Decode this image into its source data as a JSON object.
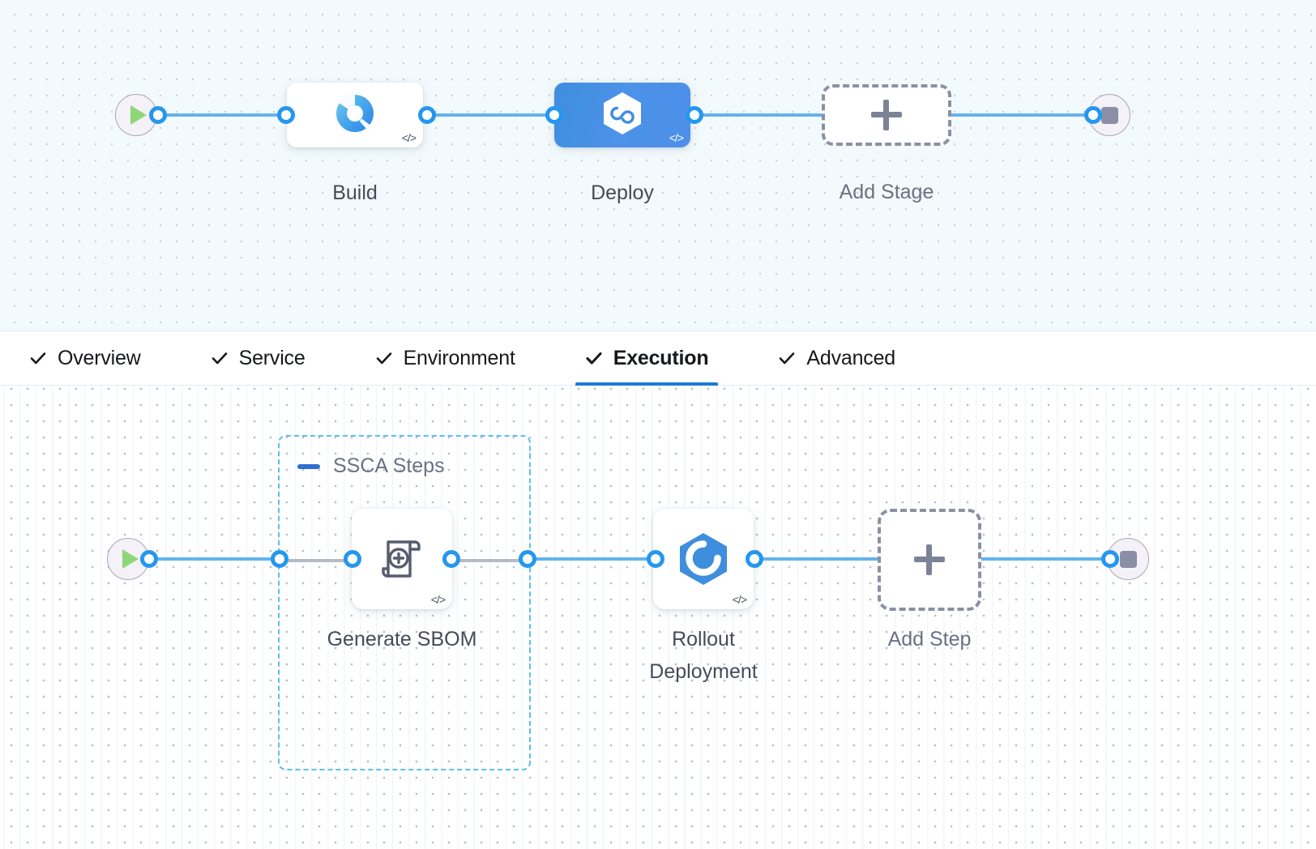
{
  "pipeline": {
    "stages_canvas": {
      "start_node": {
        "name": "start-node",
        "icon": "play-icon"
      },
      "end_node": {
        "name": "end-node",
        "icon": "stop-icon"
      },
      "stages": [
        {
          "id": "build",
          "label": "Build",
          "icon": "build-donut-icon",
          "selected": false,
          "code_badge": "</>"
        },
        {
          "id": "deploy",
          "label": "Deploy",
          "icon": "harness-hexagon-icon",
          "selected": true,
          "code_badge": "</>"
        }
      ],
      "add_stage": {
        "label": "Add Stage",
        "icon": "plus-icon"
      }
    },
    "tabs": [
      {
        "id": "overview",
        "label": "Overview",
        "checked": true,
        "active": false
      },
      {
        "id": "service",
        "label": "Service",
        "checked": true,
        "active": false
      },
      {
        "id": "environment",
        "label": "Environment",
        "checked": true,
        "active": false
      },
      {
        "id": "execution",
        "label": "Execution",
        "checked": true,
        "active": true
      },
      {
        "id": "advanced",
        "label": "Advanced",
        "checked": true,
        "active": false
      }
    ],
    "steps_canvas": {
      "start_node": {
        "name": "start-node",
        "icon": "play-icon"
      },
      "end_node": {
        "name": "end-node",
        "icon": "stop-icon"
      },
      "step_group": {
        "title": "SSCA Steps",
        "collapse_icon": "minus-icon",
        "steps": [
          {
            "id": "generate-sbom",
            "label": "Generate SBOM",
            "icon": "sbom-scroll-icon",
            "code_badge": "</>"
          }
        ]
      },
      "steps": [
        {
          "id": "rollout-deployment",
          "label": "Rollout\nDeployment",
          "icon": "rollout-hexagon-icon",
          "code_badge": "</>"
        }
      ],
      "add_step": {
        "label": "Add Step",
        "icon": "plus-icon"
      }
    }
  },
  "colors": {
    "edge": "#63b3ed",
    "port_ring": "#2497ef",
    "selected_stage": "#4189e0",
    "active_tab_underline": "#1b7bd8",
    "group_border": "#5bc0f0",
    "add_border": "#8b90a4",
    "canvas_top_bg": "#f3fafd",
    "canvas_bottom_bg": "#ffffff"
  }
}
